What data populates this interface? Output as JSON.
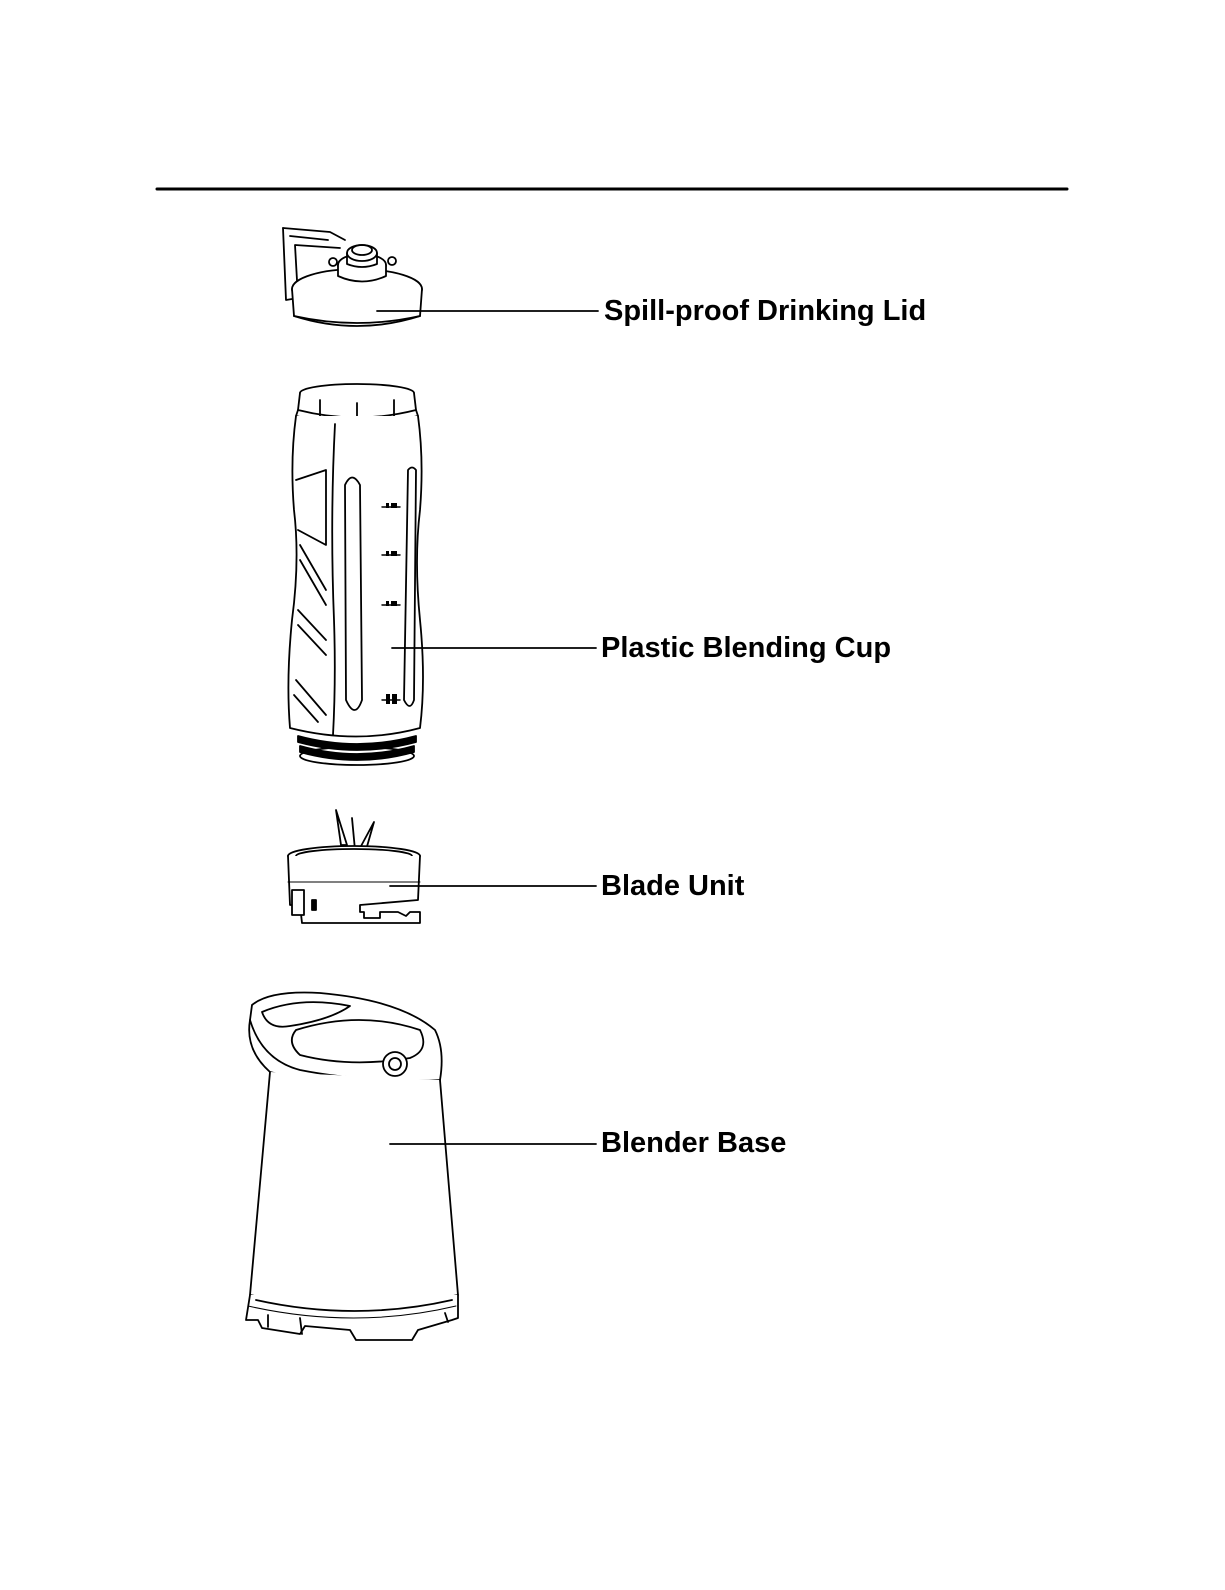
{
  "labels": {
    "lid": "Spill-proof Drinking Lid",
    "cup": "Plastic Blending Cup",
    "blade": "Blade Unit",
    "base": "Blender Base"
  },
  "colors": {
    "ink": "#000000",
    "paper": "#ffffff",
    "shade": "#f2f2f2"
  }
}
